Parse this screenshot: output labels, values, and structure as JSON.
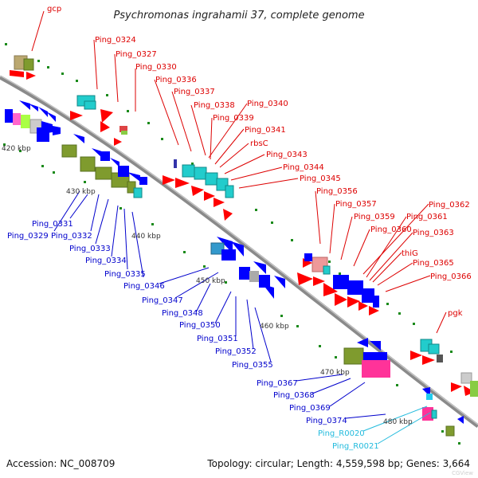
{
  "title": "Psychromonas ingrahamii 37, complete genome",
  "footer": {
    "accession": "Accession: NC_008709",
    "summary": "Topology: circular; Length: 4,559,598 bp; Genes: 3,664"
  },
  "watermark": "CGView",
  "colors": {
    "forward_label": "#dd0000",
    "reverse_label": "#0000cc",
    "rna_label": "#22bbdd",
    "backbone": "#8a8a8a",
    "forward_cds": "#ff0000",
    "reverse_cds": "#0000ff",
    "tick": "#1a8a1a"
  },
  "scale_labels": [
    "420 kbp",
    "430 kbp",
    "440 kbp",
    "450 kbp",
    "460 kbp",
    "470 kbp",
    "480 kbp"
  ],
  "forward_labels": [
    "gcp",
    "Ping_0324",
    "Ping_0327",
    "Ping_0330",
    "Ping_0336",
    "Ping_0337",
    "Ping_0338",
    "Ping_0340",
    "Ping_0339",
    "Ping_0341",
    "rbsC",
    "Ping_0343",
    "Ping_0344",
    "Ping_0345",
    "Ping_0356",
    "Ping_0357",
    "Ping_0359",
    "Ping_0362",
    "Ping_0361",
    "Ping_0360",
    "Ping_0363",
    "thiG",
    "Ping_0365",
    "Ping_0366",
    "pgk"
  ],
  "reverse_labels": [
    "Ping_0331",
    "Ping_0329",
    "Ping_0332",
    "Ping_0333",
    "Ping_0334",
    "Ping_0335",
    "Ping_0346",
    "Ping_0347",
    "Ping_0348",
    "Ping_0350",
    "Ping_0351",
    "Ping_0352",
    "Ping_0355",
    "Ping_0367",
    "Ping_0368",
    "Ping_0369",
    "Ping_0374"
  ],
  "rna_labels": [
    "Ping_R0020",
    "Ping_R0021"
  ]
}
